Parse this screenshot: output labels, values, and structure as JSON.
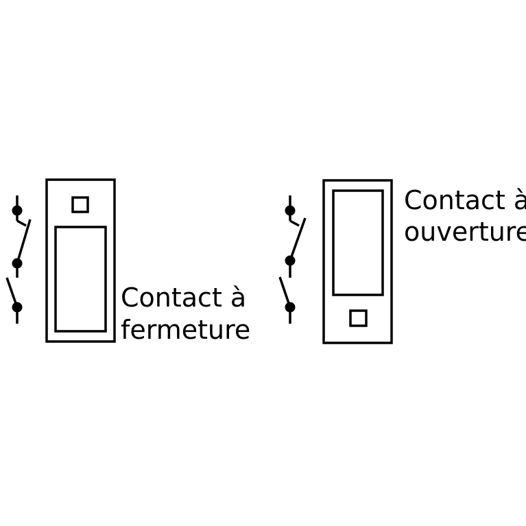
{
  "colors": {
    "ink": "#000000",
    "background": "#ffffff"
  },
  "diagrams": [
    {
      "id": "closing",
      "label_line1": "Contact à",
      "label_line2": "fermeture"
    },
    {
      "id": "opening",
      "label_line1": "Contact à",
      "label_line2": "ouverture"
    }
  ]
}
